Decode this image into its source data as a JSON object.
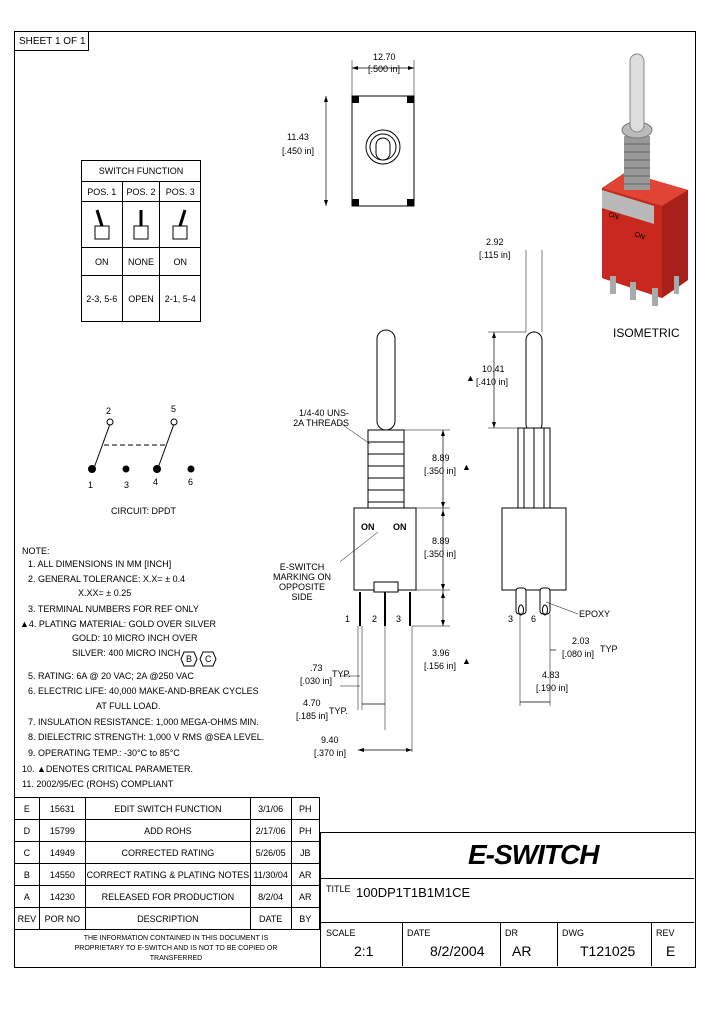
{
  "sheet": "SHEET 1 OF 1",
  "switch_function": {
    "title": "SWITCH FUNCTION",
    "headers": [
      "POS. 1",
      "POS. 2",
      "POS. 3"
    ],
    "states": [
      "ON",
      "NONE",
      "ON"
    ],
    "connections": [
      "2-3, 5-6",
      "OPEN",
      "2-1, 5-4"
    ]
  },
  "circuit": {
    "label": "CIRCUIT: DPDT",
    "pins": [
      "1",
      "2",
      "3",
      "4",
      "5",
      "6"
    ]
  },
  "notes": {
    "heading": "NOTE:",
    "lines": [
      "1. ALL DIMENSIONS IN MM [INCH]",
      "2. GENERAL TOLERANCE: X.X= ± 0.4",
      "X.XX= ± 0.25",
      "3. TERMINAL NUMBERS FOR REF ONLY",
      "▲4. PLATING MATERIAL: GOLD OVER SILVER",
      "GOLD: 10 MICRO INCH OVER",
      "SILVER: 400 MICRO INCH",
      "5. RATING: 6A @ 20 VAC; 2A @250 VAC",
      "6. ELECTRIC LIFE: 40,000 MAKE-AND-BREAK CYCLES",
      "AT FULL LOAD.",
      "7. INSULATION RESISTANCE: 1,000 MEGA-OHMS MIN.",
      "8. DIELECTRIC STRENGTH: 1,000 V RMS @SEA LEVEL.",
      "9. OPERATING TEMP.: -30°C to 85°C",
      "10. ▲DENOTES CRITICAL PARAMETER.",
      "11. 2002/95/EC (ROHS) COMPLIANT"
    ],
    "badges": [
      "B",
      "C"
    ]
  },
  "dimensions": {
    "top_width": "12.70",
    "top_width_in": "[.500 in]",
    "top_height": "11.43",
    "top_height_in": "[.450 in]",
    "lever_tip": "2.92",
    "lever_tip_in": "[.115 in]",
    "lever_len": "10.41",
    "lever_len_in": "[.410 in]",
    "threads_note": "1/4-40 UNS-2A THREADS",
    "bushing": "8.89",
    "bushing_in": "[.350 in]",
    "body": "8.89",
    "body_in": "[.350 in]",
    "terminal": "3.96",
    "terminal_in": "[.156 in]",
    "pin_w": ".73",
    "pin_w_in": "[.030 in]",
    "pin_pitch": "4.70",
    "pin_pitch_in": "[.185 in]",
    "overall": "9.40",
    "overall_in": "[.370 in]",
    "side_pitch": "2.03",
    "side_pitch_in": "[.080 in]",
    "side_w": "4.83",
    "side_w_in": "[.190 in]",
    "typ": "TYP.",
    "typ2": "TYP",
    "marking_note": "E-SWITCH MARKING ON OPPOSITE SIDE",
    "epoxy": "EPOXY",
    "on_label": "ON",
    "front_pins": [
      "1",
      "2",
      "3"
    ],
    "side_pins": [
      "3",
      "6"
    ]
  },
  "isometric_label": "ISOMETRIC",
  "revisions": {
    "rows": [
      {
        "rev": "E",
        "por": "15631",
        "desc": "EDIT SWITCH FUNCTION",
        "date": "3/1/06",
        "by": "PH"
      },
      {
        "rev": "D",
        "por": "15799",
        "desc": "ADD ROHS",
        "date": "2/17/06",
        "by": "PH"
      },
      {
        "rev": "C",
        "por": "14949",
        "desc": "CORRECTED RATING",
        "date": "5/26/05",
        "by": "JB"
      },
      {
        "rev": "B",
        "por": "14550",
        "desc": "CORRECT RATING & PLATING NOTES",
        "date": "11/30/04",
        "by": "AR"
      },
      {
        "rev": "A",
        "por": "14230",
        "desc": "RELEASED FOR PRODUCTION",
        "date": "8/2/04",
        "by": "AR"
      }
    ],
    "header": {
      "rev": "REV",
      "por": "POR NO",
      "desc": "DESCRIPTION",
      "date": "DATE",
      "by": "BY"
    }
  },
  "proprietary": "THE INFORMATION CONTAINED IN THIS DOCUMENT IS PROPRIETARY TO E-SWITCH AND IS NOT TO BE COPIED OR TRANSFERRED",
  "title_block": {
    "brand": "E-SWITCH",
    "title_label": "TITLE",
    "title": "100DP1T1B1M1CE",
    "scale_label": "SCALE",
    "scale": "2:1",
    "date_label": "DATE",
    "date": "8/2/2004",
    "dr_label": "DR",
    "dr": "AR",
    "dwg_label": "DWG",
    "dwg": "T121025",
    "rev_label": "REV",
    "rev": "E"
  }
}
